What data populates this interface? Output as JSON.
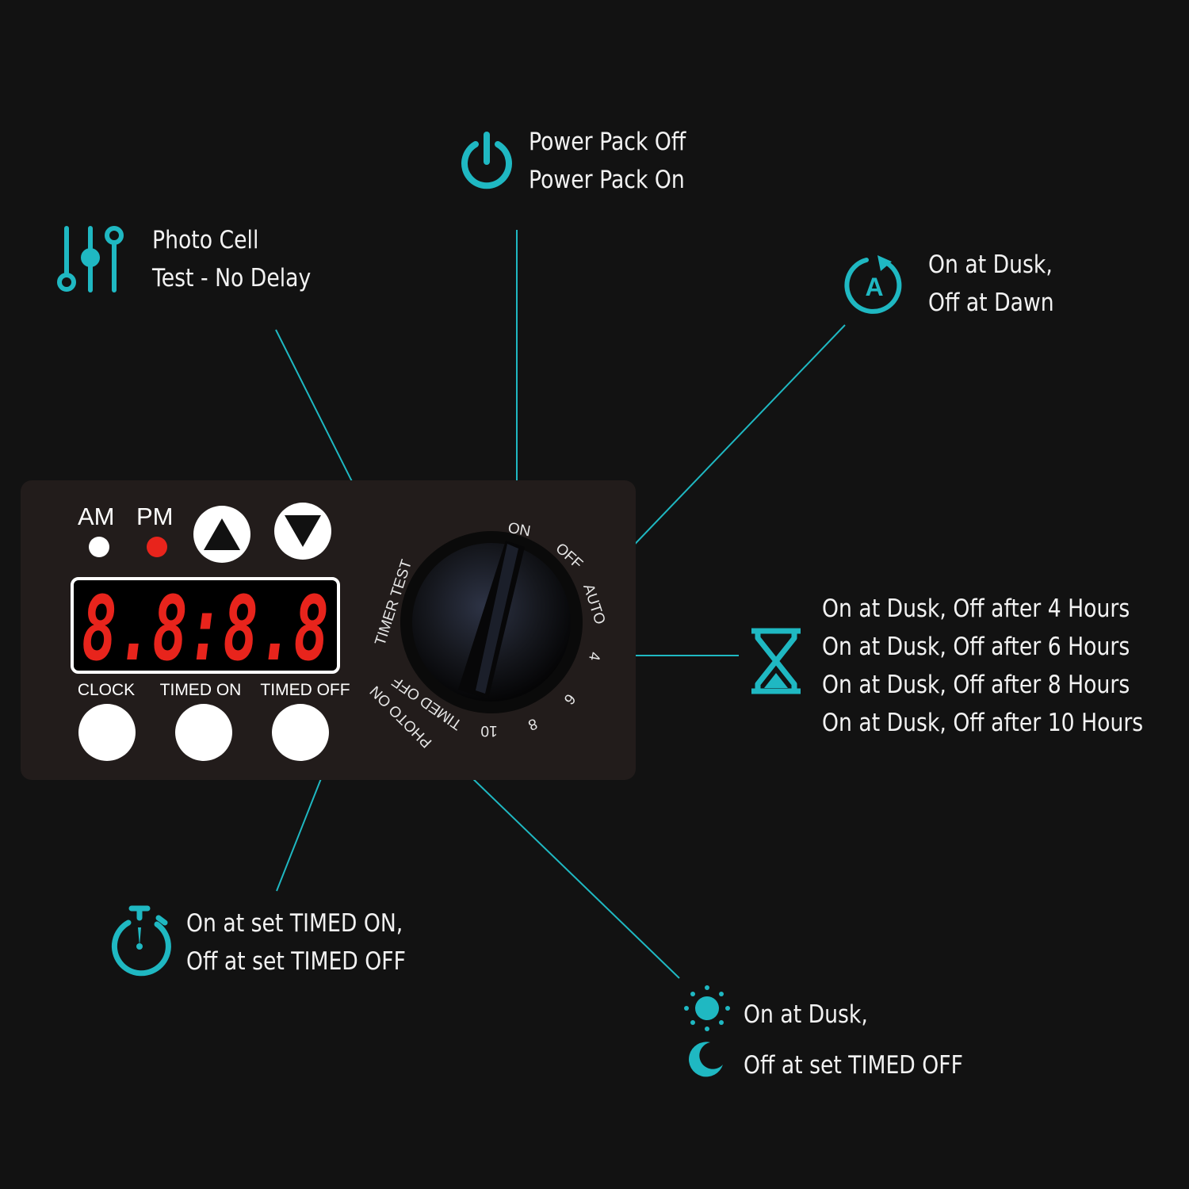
{
  "accent_color": "#1fb8c2",
  "display_color": "#e8241c",
  "callouts": {
    "power": {
      "icon": "power-icon",
      "line1": "Power Pack Off",
      "line2": "Power Pack On"
    },
    "photo_cell": {
      "icon": "sliders-icon",
      "line1": "Photo Cell",
      "line2": "Test - No Delay"
    },
    "auto": {
      "icon": "auto-cycle-icon",
      "icon_letter": "A",
      "line1": "On at Dusk,",
      "line2": "Off at Dawn"
    },
    "hours": {
      "icon": "hourglass-icon",
      "lines": [
        "On at Dusk, Off after 4 Hours",
        "On at Dusk, Off after 6 Hours",
        "On at Dusk, Off after 8 Hours",
        "On at Dusk, Off after 10 Hours"
      ]
    },
    "timer": {
      "icon": "stopwatch-icon",
      "line1": "On at set TIMED ON,",
      "line2": "Off at set TIMED OFF"
    },
    "photo_on": {
      "icons": [
        "sun-icon",
        "moon-icon"
      ],
      "line1": "On at Dusk,",
      "line2": "Off at set TIMED OFF"
    }
  },
  "panel": {
    "am_label": "AM",
    "pm_label": "PM",
    "pm_active": true,
    "display_digits": "8.8:8.8",
    "buttons": {
      "clock": "CLOCK",
      "timed_on": "TIMED ON",
      "timed_off": "TIMED OFF"
    },
    "dial_labels": {
      "on": "ON",
      "off": "OFF",
      "auto": "AUTO",
      "h4": "4",
      "h6": "6",
      "h8": "8",
      "h10": "10",
      "timed_off": "TIMED OFF",
      "photo_on": "PHOTO ON",
      "timer_test": "TIMER TEST"
    }
  }
}
